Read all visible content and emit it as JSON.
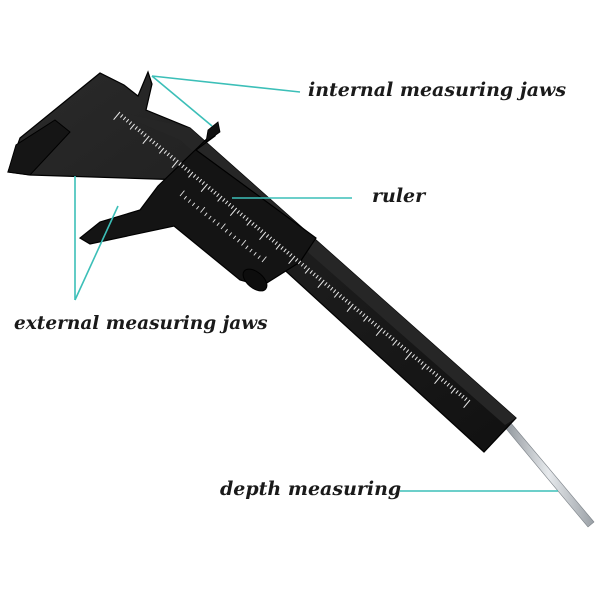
{
  "labels": {
    "internal_jaws": "internal measuring jaws",
    "ruler": "ruler",
    "external_jaws": "external measuring jaws",
    "depth": "depth measuring"
  },
  "colors": {
    "leader_line": "#3cbfb8",
    "caliper_body": "#1b1b1b",
    "caliper_edge": "#000000",
    "scale_marks": "#e8e8e8",
    "depth_rod": "#c4c8cc",
    "label_text": "#1a1a1a"
  }
}
